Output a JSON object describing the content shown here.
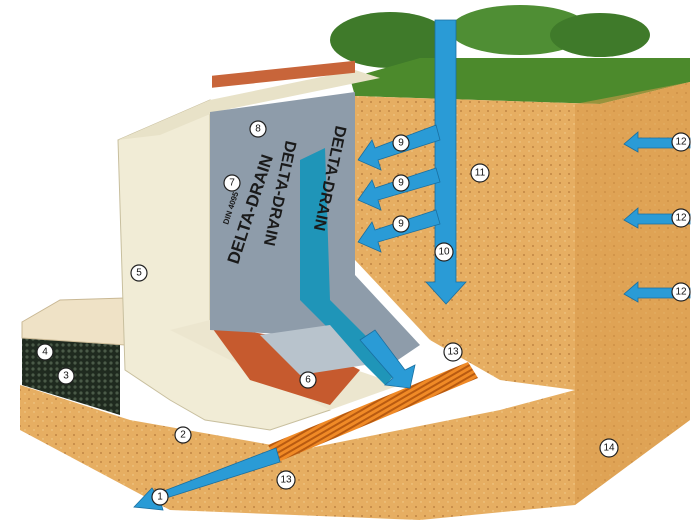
{
  "membrane": {
    "brand": "DELTA-DRAIN",
    "standard": "DIN 4095"
  },
  "labels": {
    "l1": "1",
    "l2": "2",
    "l3": "3",
    "l4": "4",
    "l5": "5",
    "l6": "6",
    "l7": "7",
    "l8": "8",
    "l9a": "9",
    "l9b": "9",
    "l9c": "9",
    "l10": "10",
    "l11": "11",
    "l12a": "12",
    "l12b": "12",
    "l12c": "12",
    "l13a": "13",
    "l13b": "13",
    "l14": "14"
  },
  "colors": {
    "water": "#2a9bd6",
    "soil": "#e2a85a",
    "membrane": "#8a9aa8",
    "pipe": "#e8801e",
    "grass": "#4c8a2c"
  }
}
